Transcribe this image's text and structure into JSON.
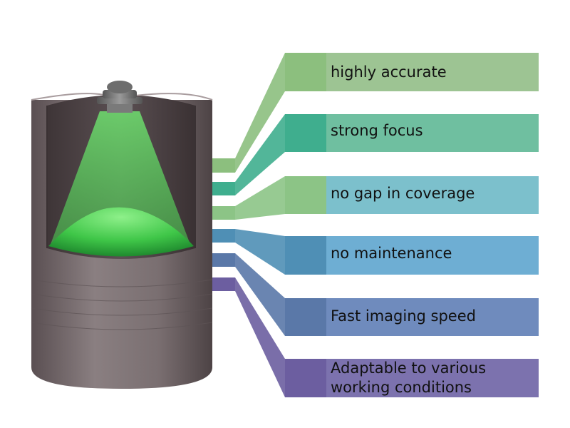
{
  "features": [
    {
      "label": "highly accurate",
      "color": "#9dc493",
      "connector_color": "#8cbf7e"
    },
    {
      "label": "strong focus",
      "color": "#6fbfa0",
      "connector_color": "#3fae8e"
    },
    {
      "label": "no gap in coverage",
      "color": "#7cc0cc",
      "connector_color": "#8cc486"
    },
    {
      "label": "no maintenance",
      "color": "#6eaed3",
      "connector_color": "#4f8fb5"
    },
    {
      "label": "Fast imaging speed",
      "color": "#6f8bbd",
      "connector_color": "#5a78a8"
    },
    {
      "label": "Adaptable to various working conditions",
      "color": "#7c72ae",
      "connector_color": "#6c5ea0"
    }
  ],
  "illustration": {
    "tank_color": "#7a6f71",
    "radar_beam_color": "#5fd35f",
    "material_color": "#3cc64a"
  }
}
